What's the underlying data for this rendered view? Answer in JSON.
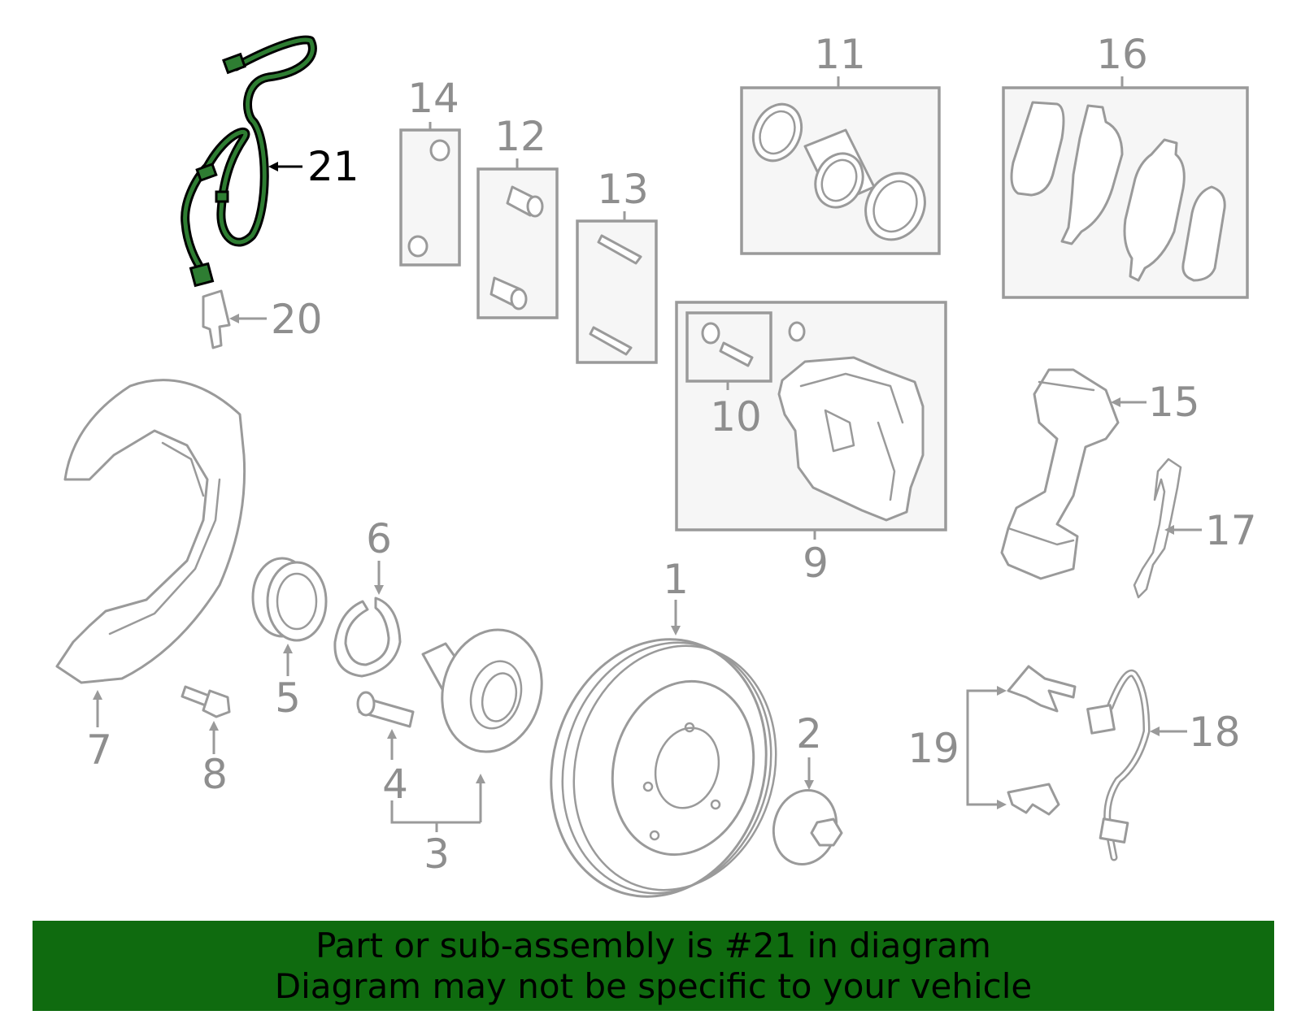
{
  "callouts": [
    {
      "id": "1",
      "text": "1"
    },
    {
      "id": "2",
      "text": "2"
    },
    {
      "id": "3",
      "text": "3"
    },
    {
      "id": "4",
      "text": "4"
    },
    {
      "id": "5",
      "text": "5"
    },
    {
      "id": "6",
      "text": "6"
    },
    {
      "id": "7",
      "text": "7"
    },
    {
      "id": "8",
      "text": "8"
    },
    {
      "id": "9",
      "text": "9"
    },
    {
      "id": "10",
      "text": "10"
    },
    {
      "id": "11",
      "text": "11"
    },
    {
      "id": "12",
      "text": "12"
    },
    {
      "id": "13",
      "text": "13"
    },
    {
      "id": "14",
      "text": "14"
    },
    {
      "id": "15",
      "text": "15"
    },
    {
      "id": "16",
      "text": "16"
    },
    {
      "id": "17",
      "text": "17"
    },
    {
      "id": "18",
      "text": "18"
    },
    {
      "id": "19",
      "text": "19"
    },
    {
      "id": "20",
      "text": "20"
    },
    {
      "id": "21",
      "text": "21"
    }
  ],
  "highlighted_part": "21",
  "highlight_color": "#2e7d32",
  "banner": {
    "line1": "Part or sub-assembly is #21 in diagram",
    "line2": "Diagram may not be specific to your vehicle",
    "background": "#0f6b0f"
  }
}
